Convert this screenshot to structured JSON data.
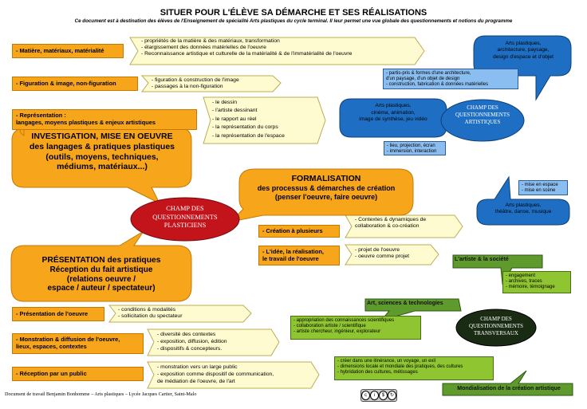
{
  "header": {
    "title": "SITUER POUR L'ÉLÈVE SA DÉMARCHE ET SES RÉALISATIONS",
    "subtitle": "Ce document est à destination des élèves de l'Enseignement de spécialité Arts plastiques du cycle terminal. Il leur permet une vue globale des questionnements et notions du programme"
  },
  "left_top": [
    {
      "label": "- Matière, matériaux, matérialité",
      "notes": "- propriétés de la matière & des matériaux, transformation\n- élargissement des données matérielles de l'oeuvre\n- Reconnaissance artistique et culturelle de la matérialité & de l'immatérialité de l'oeuvre"
    },
    {
      "label": "- Figuration & image, non-figuration",
      "notes": "- figuration & construction de l'image\n- passages à la non-figuration"
    },
    {
      "label": "- Représentation :\nlangages, moyens plastiques & enjeux artistiques",
      "notes": "- le dessin\n- l'artiste dessinant\n- le rapport au réel\n- la représentation du corps\n- la représentation de l'espace"
    }
  ],
  "investigation": {
    "heading": "INVESTIGATION, MISE EN OEUVRE",
    "body": "des langages & pratiques plastiques\n(outils, moyens, techniques,\nmédiums, matériaux...)"
  },
  "formalisation": {
    "heading": "FORMALISATION",
    "body": "des processus & démarches de création\n(penser l'oeuvre, faire oeuvre)"
  },
  "presentation": {
    "heading": "PRÉSENTATION des pratiques",
    "body": "Réception du fait artistique\n(relations oeuvre /\nespace / auteur / spectateur)"
  },
  "center_oval": "CHAMP DES\nQUESTIONNEMENTS\nPLASTICIENS",
  "right_mid": [
    {
      "label": "- Création à plusieurs",
      "notes": "- Contextes & dynamiques de\ncollaboration & co-création"
    },
    {
      "label": "- L'idée, la réalisation,\nle travail de l'oeuvre",
      "notes": "- projet de l'oeuvre\n- oeuvre comme projet"
    }
  ],
  "left_bottom": [
    {
      "label": "- Présentation de l'oeuvre",
      "notes": "- conditions & modalités\n- sollicitation du spectateur"
    },
    {
      "label": "- Monstration & diffusion de l'oeuvre,\nlieux, espaces, contextes",
      "notes": "- diversité des contextes\n- exposition, diffusion, édition\n- dispositifs & concepteurs."
    },
    {
      "label": "- Réception par un public",
      "notes": "- monstration vers un large public\n- exposition comme dispositif de communication,\nde médiation de l'oeuvre, de l'art"
    }
  ],
  "artistiques": {
    "oval": "CHAMP DES\nQUESTIONNEMENTS\nARTISTIQUES",
    "bubble_architecture": "Arts plastiques,\narchitecture, paysage,\ndesign d'espace et d'objet",
    "box_architecture": "- partis-pris & formes d'une architecture,\nd'un paysage, d'un objet de design\n- construction, fabrication & données matérielles",
    "bubble_cinema": "Arts plastiques,\ncinéma, animation,\nimage de synthèse, jeu vidéo",
    "box_cinema": "- lieu, projection, écran\n- immersion, interaction",
    "box_theatre": "- mise en espace\n- mise en scène",
    "bubble_theatre": "Arts plastiques,\nthéâtre, danse, musique"
  },
  "transversaux": {
    "oval": "CHAMP DES\nQUESTIONNEMENTS\nTRANSVERSAUX",
    "label_societe": "L'artiste & la société",
    "box_societe": "- engagement\n- archives, traces\n- mémoire, témoignage",
    "label_sciences": "Art, sciences & technologies",
    "box_sciences": "- appropriation des connaissances scientifiques\n- collaboration artiste / scientifique\n- artiste chercheur, ingénieur, explorateur",
    "box_mondialisation": "- créer dans une itinérance, un voyage, un exil\n- dimensions locale et mondiale des pratiques, des cultures\n- hybridation des cultures, métissages",
    "label_mondialisation": "Mondialisation de la création artistique"
  },
  "footer": "Document de travail Benjamin Bonhomme – Arts plastiques – Lycée Jacques Cartier, Saint-Malo",
  "license": {
    "icons": [
      "cc-icon",
      "by-icon",
      "nc-icon",
      "sa-icon"
    ]
  },
  "colors": {
    "orange": "#f7a51b",
    "yellow": "#fffbd0",
    "red": "#c4141b",
    "blue_oval": "#1e6fc4",
    "blue_bubble": "#1e6fc4",
    "blue_box": "#8bbef0",
    "green_label": "#5e9a2c",
    "green_box": "#8fc531",
    "dark_oval": "#1a2b14"
  }
}
